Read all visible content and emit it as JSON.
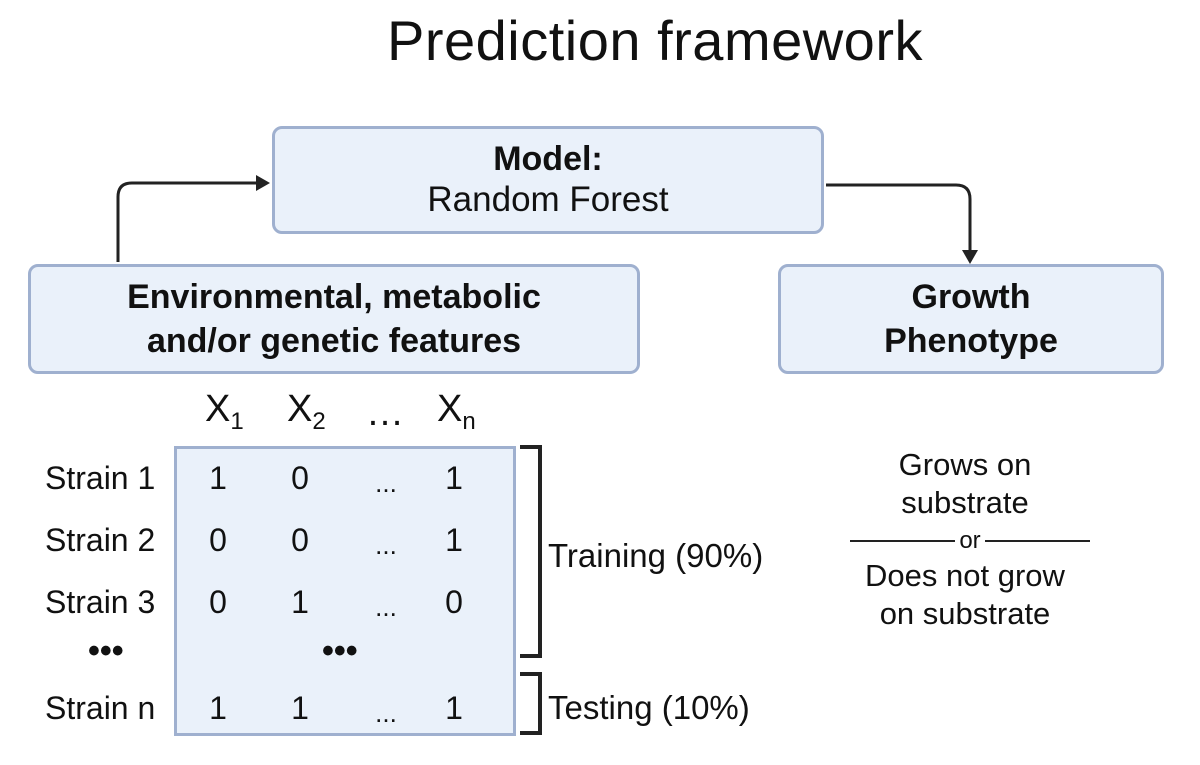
{
  "title": "Prediction framework",
  "model_box": {
    "label": "Model:",
    "value": "Random Forest"
  },
  "features_box": {
    "line1": "Environmental, metabolic",
    "line2": "and/or genetic features"
  },
  "growth_box": {
    "line1": "Growth",
    "line2": "Phenotype"
  },
  "matrix": {
    "columns": [
      {
        "base": "X",
        "sub": "1"
      },
      {
        "base": "X",
        "sub": "2"
      },
      {
        "base": "…",
        "sub": ""
      },
      {
        "base": "X",
        "sub": "n"
      }
    ],
    "rows": [
      {
        "label": "Strain 1",
        "values": [
          "1",
          "0",
          "...",
          "1"
        ]
      },
      {
        "label": "Strain 2",
        "values": [
          "0",
          "0",
          "...",
          "1"
        ]
      },
      {
        "label": "Strain 3",
        "values": [
          "0",
          "1",
          "...",
          "0"
        ]
      },
      {
        "label": "•••",
        "values": [
          "•••"
        ]
      },
      {
        "label": "Strain n",
        "values": [
          "1",
          "1",
          "...",
          "1"
        ]
      }
    ]
  },
  "split": {
    "training": "Training (90%)",
    "testing": "Testing (10%)"
  },
  "outcome": {
    "positive_line1": "Grows on",
    "positive_line2": "substrate",
    "separator": "or",
    "negative_line1": "Does not grow",
    "negative_line2": "on substrate"
  },
  "colors": {
    "box_fill": "#eaf1fa",
    "box_border": "#9fb0cf",
    "arrow": "#222222"
  }
}
